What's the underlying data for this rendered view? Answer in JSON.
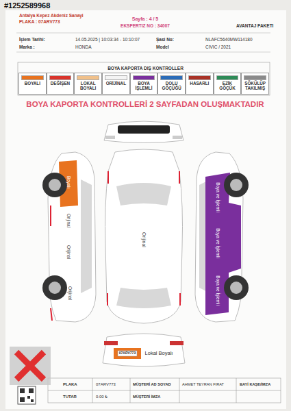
{
  "diagram": {
    "title": "BOYA KAPORTA DIŞ KONTROLLER",
    "labels": [
      "#1252589968",
      "Antalya Kepez Akdeniz Sanayi",
      "PLAKA : 07ARV773",
      "Sayfa : 4 / 5",
      "EKSPERTIZ NO : 34007",
      "AVANTAJ PAKETI",
      "İşlem Tarihi:",
      "14.05.2025 | 10:03:34 - 10:10:07",
      "Şasi No:",
      "NLAFC5640MW114180",
      "Marka :",
      "HONDA",
      "Model",
      "CIVIC / 2021",
      "BOYA KAPORTA KONTROLLERİ 2 SAYFADAN OLUŞMAKTADIR",
      "Orijinal",
      "Boyalı",
      "Orijinal",
      "Orijinal",
      "Orijinal",
      "Boya ve İşlemli",
      "Boya ve İşlemli",
      "Boya ve İşlemli",
      "07ARV773",
      "Lokal Boyalı",
      "PLAKA",
      "07ARV773",
      "MÜŞTERİ AD SOYAD",
      "AHMET TEYRAN FIRAT",
      "BAYİ KAŞE/İMZA",
      "TUTAR",
      "0.00 ₺",
      "MÜŞTERİ İMZA"
    ],
    "legend": [
      {
        "text": "BOYALI",
        "color": "#e8731f"
      },
      {
        "text": "DEĞİŞEN",
        "color": "#d9342b"
      },
      {
        "text": "LOKAL BOYALI",
        "color": "#f0c08a"
      },
      {
        "text": "ORİJİNAL",
        "color": "#f4f4f4"
      },
      {
        "text": "BOYA İŞLEMLİ",
        "color": "#7a2f9d"
      },
      {
        "text": "DOLU GÖÇÜĞÜ",
        "color": "#2b6cb8"
      },
      {
        "text": "HASARLI",
        "color": "#a93226"
      },
      {
        "text": "EZİK GÖÇÜK",
        "color": "#2e8b57"
      },
      {
        "text": "SÖKÜLÜP TAKILMIŞ",
        "color": "#8a8a8a"
      }
    ]
  }
}
